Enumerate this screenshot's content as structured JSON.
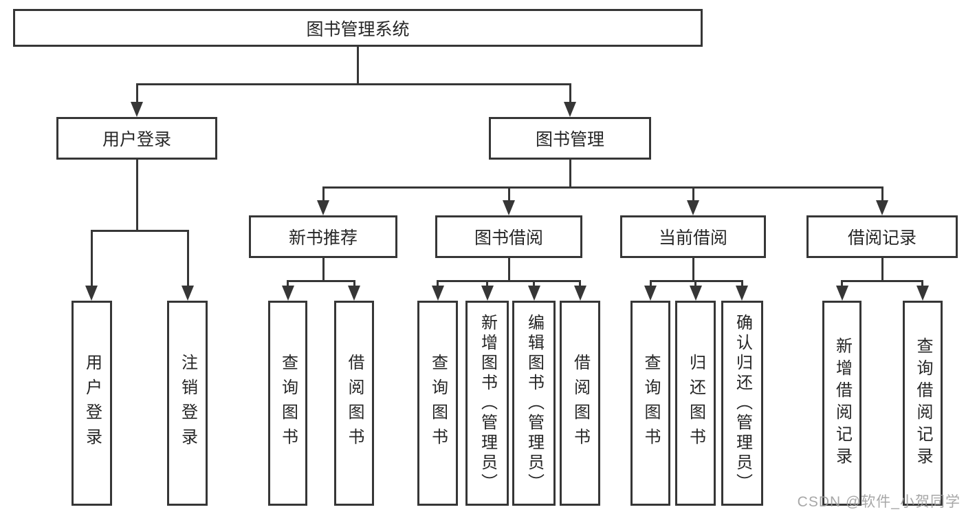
{
  "diagram": {
    "root": {
      "label": "图书管理系统"
    },
    "level2": [
      {
        "label": "用户登录"
      },
      {
        "label": "图书管理"
      }
    ],
    "level3": [
      {
        "label": "新书推荐"
      },
      {
        "label": "图书借阅"
      },
      {
        "label": "当前借阅"
      },
      {
        "label": "借阅记录"
      }
    ],
    "leaves": {
      "user_login": [
        "用户登录",
        "注销登录"
      ],
      "new_book": [
        "查询图书",
        "借阅图书"
      ],
      "book_borrow": [
        "查询图书",
        "新增图书（管理员）",
        "编辑图书（管理员）",
        "借阅图书"
      ],
      "current_borrow": [
        "查询图书",
        "归还图书",
        "确认归还（管理员）"
      ],
      "borrow_record": [
        "新增借阅记录",
        "查询借阅记录"
      ]
    }
  },
  "watermark": {
    "text": "CSDN @软件_小贺同学"
  },
  "colors": {
    "line": "#363636",
    "text": "#262626",
    "background": "#ffffff",
    "watermark": "#9e9e9e"
  }
}
